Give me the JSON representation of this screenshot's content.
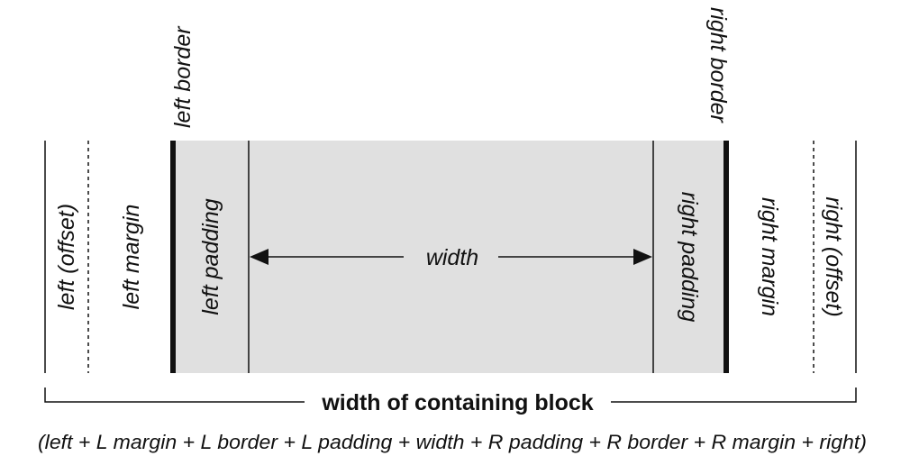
{
  "labels": {
    "left_offset": "left (offset)",
    "left_margin": "left margin",
    "left_border": "left border",
    "left_padding": "left padding",
    "width": "width",
    "right_padding": "right padding",
    "right_border": "right border",
    "right_margin": "right margin",
    "right_offset": "right (offset)"
  },
  "caption": {
    "title": "width of containing block",
    "formula": "(left + L margin + L border + L padding + width + R padding + R border + R margin + right)"
  },
  "colors": {
    "box_fill": "#e0e0e0",
    "stroke": "#111111"
  }
}
